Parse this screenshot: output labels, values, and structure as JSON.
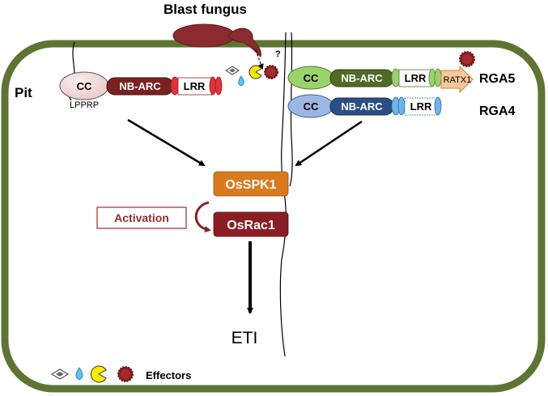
{
  "title": "Blast fungus",
  "question_mark": "?",
  "pit": {
    "name": "Pit",
    "cc": "CC",
    "nb_arc": "NB-ARC",
    "lrr": "LRR",
    "motif": "LPPRP"
  },
  "rga5": {
    "name": "RGA5",
    "cc": "CC",
    "nb_arc": "NB-ARC",
    "lrr": "LRR",
    "ratx1": "RATX1"
  },
  "rga4": {
    "name": "RGA4",
    "cc": "CC",
    "nb_arc": "NB-ARC",
    "lrr": "LRR"
  },
  "osspk1": "OsSPK1",
  "osrac1": "OsRac1",
  "activation": "Activation",
  "eti": "ETI",
  "effectors_legend": "Effectors",
  "colors": {
    "cell_wall": "#5e7433",
    "fungus": "#8b2a2f",
    "pit_cc": "#f2dcdb",
    "pit_nbarc": "#7a2222",
    "lrr_red": "#e0343b",
    "rga5_cc": "#9bd16e",
    "rga5_nbarc": "#4f6b25",
    "rga4_cc": "#9db6e2",
    "rga4_nbarc": "#2a4f85",
    "lrr_blue": "#6fb3e8",
    "ratx1": "#f7c89a",
    "osspk1": "#d97a1c",
    "osrac1": "#8b1e24",
    "activation_text": "#9b2a2a",
    "effector_yellow": "#ffea00",
    "effector_blue": "#5bc4ee",
    "effector_red": "#8b1e24"
  }
}
